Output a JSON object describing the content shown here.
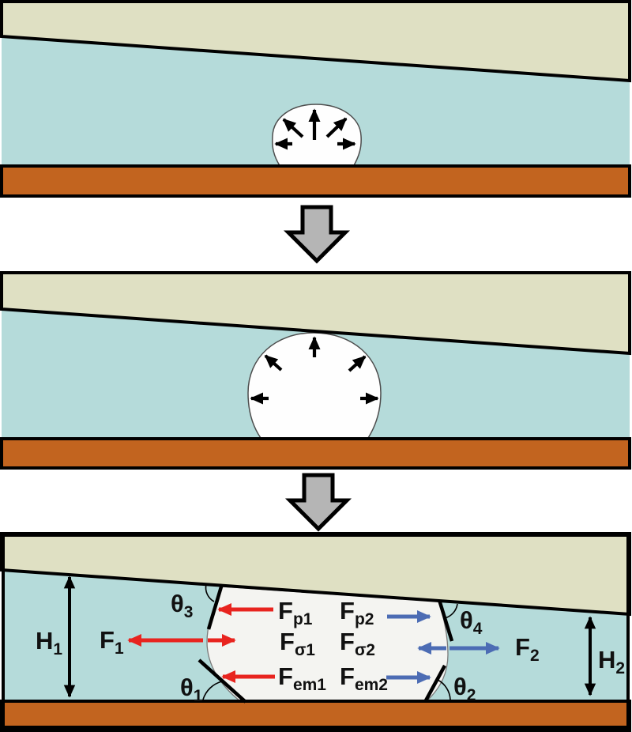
{
  "colors": {
    "top_plate": "#dfe0c3",
    "liquid": "#b5dbda",
    "bottom_plate": "#c2641f",
    "bubble_small": "#fefefe",
    "bubble_small_edge": "#4d4d4d",
    "bubble_large": "#f4f4f1",
    "bubble_large_edge": "#7a7a7a",
    "red_force": "#e8241f",
    "blue_force": "#4c6cb4",
    "process_arrow": "#b5b5b5",
    "outline": "#000000",
    "text": "#111111"
  },
  "labels": {
    "H1": {
      "base": "H",
      "sub": "1"
    },
    "H2": {
      "base": "H",
      "sub": "2"
    },
    "F1": {
      "base": "F",
      "sub": "1"
    },
    "F2": {
      "base": "F",
      "sub": "2"
    },
    "Fp1": {
      "base": "F",
      "sub": "p1"
    },
    "Fp2": {
      "base": "F",
      "sub": "p2"
    },
    "Fs1": {
      "base": "F",
      "sub": "σ1"
    },
    "Fs2": {
      "base": "F",
      "sub": "σ2"
    },
    "Fem1": {
      "base": "F",
      "sub": "em1"
    },
    "Fem2": {
      "base": "F",
      "sub": "em2"
    },
    "theta1": {
      "base": "θ",
      "sub": "1"
    },
    "theta2": {
      "base": "θ",
      "sub": "2"
    },
    "theta3": {
      "base": "θ",
      "sub": "3"
    },
    "theta4": {
      "base": "θ",
      "sub": "4"
    }
  }
}
